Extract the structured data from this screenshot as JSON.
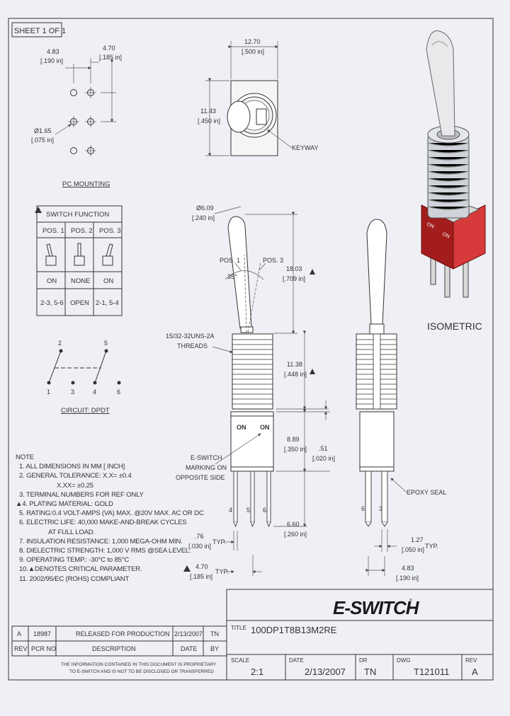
{
  "sheet_label": "SHEET 1 OF 1",
  "pc_mounting": {
    "title": "PC MOUNTING",
    "dim_a_mm": "4.83",
    "dim_a_in": "[.190 in]",
    "dim_b_mm": "4.70",
    "dim_b_in": "[.185 in]",
    "hole_mm": "Ø1.65",
    "hole_in": "[.075 in]"
  },
  "switch_function": {
    "title": "SWITCH FUNCTION",
    "headers": [
      "POS. 1",
      "POS. 2",
      "POS. 3"
    ],
    "states": [
      "ON",
      "NONE",
      "ON"
    ],
    "terminals": [
      "2-3, 5-6",
      "OPEN",
      "2-1, 5-4"
    ]
  },
  "circuit": {
    "title": "CIRCUIT: DPDT",
    "top_terminals": [
      "2",
      "5"
    ],
    "bottom_terminals": [
      "1",
      "3",
      "4",
      "6"
    ]
  },
  "top_view": {
    "width_mm": "12.70",
    "width_in": "[.500 in]",
    "height_mm": "11.43",
    "height_in": "[.450 in]",
    "keyway": "KEYWAY"
  },
  "front_view": {
    "tip_dia_mm": "Ø6.09",
    "tip_dia_in": "[.240 in]",
    "pos1": "POS. 1",
    "pos3": "POS. 3",
    "angle": "35°",
    "length_mm": "18.03",
    "length_in": "[.709 in]",
    "thread": "15/32-32UNS-2A",
    "thread_label": "THREADS",
    "bushing_mm": "11.38",
    "bushing_in": "[.448 in]",
    "on_left": "ON",
    "on_right": "ON",
    "marking": [
      "E-SWITCH",
      "MARKING ON",
      "OPPOSITE SIDE"
    ],
    "body_mm": "8.89",
    "body_in": "[.350 in]",
    "gap_mm": ".51",
    "gap_in": "[.020 in]",
    "pin_labels": [
      "4",
      "5",
      "6"
    ],
    "pin_len_mm": "6.60",
    "pin_len_in": "[.260 in]",
    "pin_w_mm": ".76",
    "pin_w_in": "[.030 in]",
    "typ": "TYP.",
    "pitch_mm": "4.70",
    "pitch_in": "[.185 in]"
  },
  "side_view": {
    "epoxy": "EPOXY SEAL",
    "pin_labels": [
      "6",
      "3"
    ],
    "pin_w_mm": "1.27",
    "pin_w_in": "[.050 in]",
    "typ": "TYP.",
    "pitch_mm": "4.83",
    "pitch_in": "[.190 in]"
  },
  "isometric": {
    "label": "ISOMETRIC",
    "marks": [
      "ON",
      "ON"
    ]
  },
  "notes": {
    "title": "NOTE",
    "lines": [
      "1. ALL DIMENSIONS IN MM [ INCH]",
      "2. GENERAL TOLERANCE: X.X= ±0.4",
      "X.XX= ±0.25",
      "3. TERMINAL NUMBERS FOR REF ONLY",
      "▲4. PLATING MATERIAL: GOLD",
      "5. RATING:0.4 VOLT-AMPS (VA) MAX. @20V MAX. AC OR DC",
      "6. ELECTRIC LIFE: 40,000 MAKE-AND-BREAK CYCLES",
      "AT FULL LOAD.",
      "7. INSULATION RESISTANCE: 1,000 MEGA-OHM MIN.",
      "8. DIELECTRIC STRENGTH: 1,000 V RMS @SEA LEVEL.",
      "9. OPERATING TEMP.: -30°C to 85°C",
      "10.▲DENOTES CRITICAL PARAMETER.",
      "11. 2002/95/EC (ROHS) COMPLIANT"
    ]
  },
  "revision_table": {
    "row": {
      "rev": "A",
      "pcr": "18987",
      "desc": "RELEASED FOR PRODUCTION",
      "date": "2/13/2007",
      "by": "TN"
    },
    "headers": {
      "rev": "REV",
      "pcr": "PCR NO",
      "desc": "DESCRIPTION",
      "date": "DATE",
      "by": "BY"
    },
    "disclaimer": [
      "THE INFORMATION CONTAINED IN THIS DOCUMENT IS PROPRIETARY",
      "TO E-SWITCH AND IS NOT TO BE DISCLOSED OR TRANSFERRED"
    ]
  },
  "title_block": {
    "logo": "E-SWITCH",
    "title_label": "TITLE",
    "title": "100DP1T8B13M2RE",
    "scale_label": "SCALE",
    "scale": "2:1",
    "date_label": "DATE",
    "date": "2/13/2007",
    "dr_label": "DR",
    "dr": "TN",
    "dwg_label": "DWG",
    "dwg": "T121011",
    "rev_label": "REV",
    "rev": "A"
  }
}
